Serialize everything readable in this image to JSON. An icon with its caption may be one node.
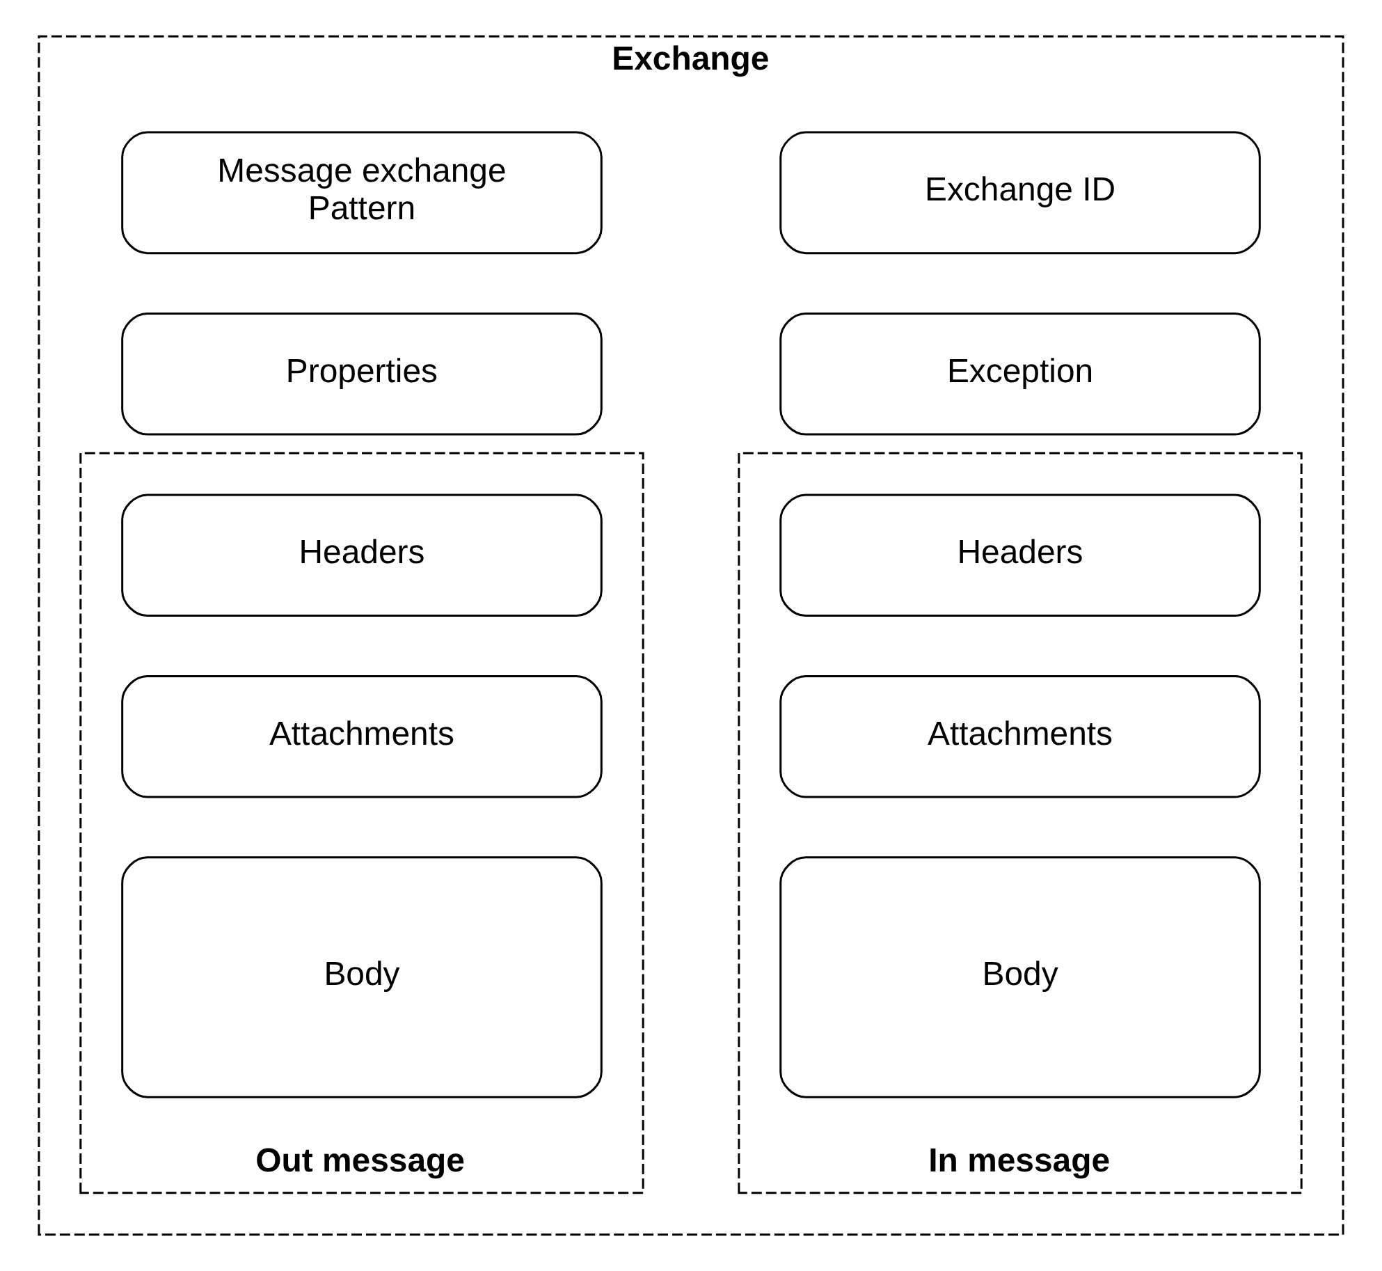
{
  "diagram": {
    "nodes": [
      {
        "text": [
          "Exchange"
        ]
      },
      {
        "text": [
          "Exchange ID"
        ],
        "in": 0
      },
      {
        "text": [
          "Message exchange Pattern"
        ],
        "in": 0
      },
      {
        "text": [
          "Exception"
        ],
        "in": 0
      },
      {
        "text": [
          "Properties"
        ],
        "in": 0
      },
      {
        "text": [
          "In message"
        ],
        "in": 0
      },
      {
        "text": [
          "Headers"
        ],
        "in": 5
      },
      {
        "text": [
          "Attachments"
        ],
        "in": 5
      },
      {
        "text": [
          "Body"
        ],
        "in": 5
      },
      {
        "text": [
          "Out message"
        ],
        "in": 0
      },
      {
        "text": [
          "Headers"
        ],
        "in": 9
      },
      {
        "text": [
          "Attachments"
        ],
        "in": 9
      },
      {
        "text": [
          "Body"
        ],
        "in": 9
      }
    ],
    "edges": []
  }
}
